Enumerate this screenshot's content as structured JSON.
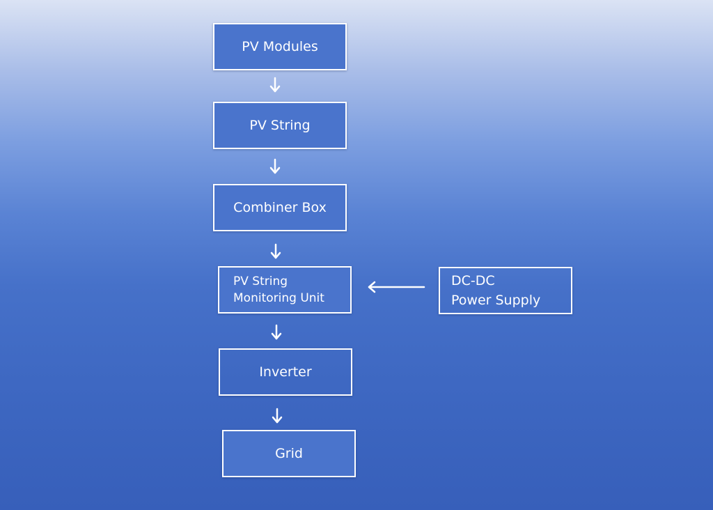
{
  "diagram": {
    "nodes": {
      "pv_modules": "PV Modules",
      "pv_string": "PV String",
      "combiner_box": "Combiner Box",
      "monitoring_unit": {
        "line1": "PV String",
        "line2": "Monitoring Unit"
      },
      "inverter": "Inverter",
      "grid": "Grid",
      "dc_dc_supply": {
        "line1": "DC-DC",
        "line2": "Power Supply"
      }
    },
    "edges": [
      {
        "from": "PV Modules",
        "to": "PV String"
      },
      {
        "from": "PV String",
        "to": "Combiner Box"
      },
      {
        "from": "Combiner Box",
        "to": "PV String Monitoring Unit"
      },
      {
        "from": "DC-DC Power Supply",
        "to": "PV String Monitoring Unit"
      },
      {
        "from": "PV String Monitoring Unit",
        "to": "Inverter"
      },
      {
        "from": "Inverter",
        "to": "Grid"
      }
    ],
    "colors": {
      "box_fill": "#4a74cc",
      "border": "#ffffff",
      "text": "#ffffff",
      "background_top": "#dbe3f4",
      "background_bottom": "#375fba"
    }
  }
}
